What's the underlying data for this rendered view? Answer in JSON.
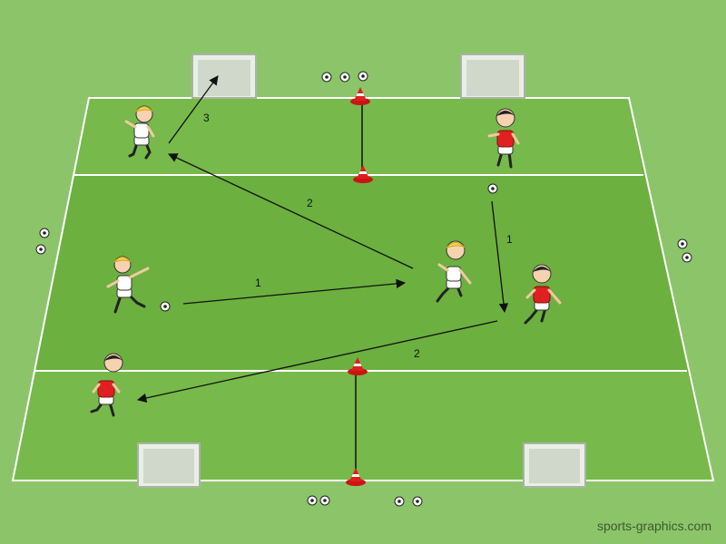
{
  "watermark": "sports-graphics.com",
  "labels": {
    "pass_1_left": "1",
    "pass_1_right": "1",
    "pass_2_left": "2",
    "pass_2_right": "2",
    "pass_3": "3"
  },
  "colors": {
    "background": "#8cc46a",
    "pitch": "#6cb040",
    "pitch_stripe": "#77b94b",
    "lines": "#ffffff",
    "team_white": "#ffffff",
    "team_red": "#e02020",
    "cone": "#e11d1d",
    "arrow": "#111111"
  }
}
